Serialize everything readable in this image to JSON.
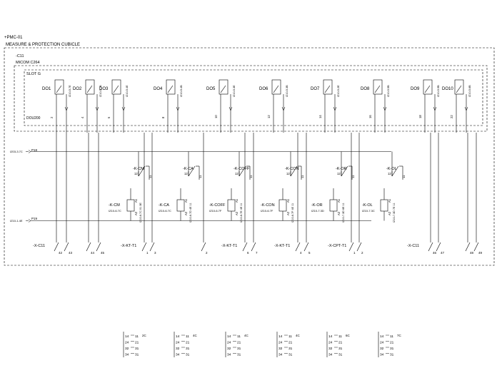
{
  "header": {
    "location": "+PMC-01",
    "cubicle": "MEASURE & PROTECTION CUBICLE",
    "relay_tag": "-C11",
    "relay_model": "MICOM C264",
    "slot": "SLOT G",
    "board": "DOU200"
  },
  "outputs": [
    {
      "label": "DO1",
      "terminal": "2",
      "wire": "IZ10-5.7E"
    },
    {
      "label": "DO2",
      "terminal": "4",
      "wire": "IZ10-5.7B"
    },
    {
      "label": "DO3",
      "terminal": "6",
      "wire": "IZ10-5.4E"
    },
    {
      "label": "DO4",
      "terminal": "8",
      "wire": "IZ10-5.4B"
    },
    {
      "label": "DO5",
      "terminal": "10",
      "wire": "IZ10-5.3E"
    },
    {
      "label": "DO6",
      "terminal": "12",
      "wire": "IZ10-5.3B"
    },
    {
      "label": "DO7",
      "terminal": "14",
      "wire": "IZ10-5.2E"
    },
    {
      "label": "DO8",
      "terminal": "16",
      "wire": "IZ10-5.5B"
    },
    {
      "label": "DO9",
      "terminal": "18",
      "wire": "IZ10-5.9B"
    },
    {
      "label": "DO10",
      "terminal": "22",
      "wire": "IZ10-5.6B"
    }
  ],
  "buses": {
    "positive": "P18",
    "positive_source": "IZ03-3.7C",
    "negative": "P19",
    "negative_source": "IZ10-1.4E"
  },
  "contacts": [
    {
      "tag": "-K-CM",
      "top": "12",
      "bottom": "11"
    },
    {
      "tag": "-K-CA",
      "top": "12",
      "bottom": "11"
    },
    {
      "tag": "-K-COFF",
      "top": "12",
      "bottom": "11"
    },
    {
      "tag": "-K-CON",
      "top": "12",
      "bottom": "11"
    },
    {
      "tag": "-K-OR",
      "top": "12",
      "bottom": "11"
    },
    {
      "tag": "-K-OL",
      "top": "12",
      "bottom": "11"
    }
  ],
  "coils": [
    {
      "tag": "-K-CM",
      "ref": "IZ10-6.7C",
      "a1": "A1",
      "a2": "A2",
      "wire": "IZ10-6.7C 01 3E"
    },
    {
      "tag": "-K-CA",
      "ref": "IZ10-6.7C",
      "a1": "A1",
      "a2": "A2",
      "wire": "IZ10-6.7D 4E 11"
    },
    {
      "tag": "-K-COFF",
      "ref": "IZ10-6.7F",
      "a1": "A1",
      "a2": "A2",
      "wire": "IZ10-6.7E 4E 11"
    },
    {
      "tag": "-K-CON",
      "ref": "IZ10-6.7F",
      "a1": "A1",
      "a2": "A2",
      "wire": "IZ10-6.7F 4E 11"
    },
    {
      "tag": "-K-OR",
      "ref": "IZ10-7.3D",
      "a1": "A1",
      "a2": "A2",
      "wire": "IZ10-7.3D 6E 11"
    },
    {
      "tag": "-K-OL",
      "ref": "IZ10-7.3C",
      "a1": "A1",
      "a2": "A2",
      "wire": "IZ10-7.3D 7E 11"
    }
  ],
  "terminal_groups": [
    {
      "tag": "-X-C11",
      "terminals": [
        "42",
        "43"
      ]
    },
    {
      "tag": "",
      "terminals": [
        "44",
        "45"
      ]
    },
    {
      "tag": "-X-KT-T1",
      "terminals": [
        "1",
        "3"
      ]
    },
    {
      "tag": "",
      "terminals": [
        "2"
      ]
    },
    {
      "tag": "-X-KT-T1",
      "terminals": [
        "6",
        "7"
      ]
    },
    {
      "tag": "-X-KT-T1",
      "terminals": [
        "4",
        "5"
      ]
    },
    {
      "tag": "-X-CPT-T1",
      "terminals": [
        "1",
        "2"
      ]
    },
    {
      "tag": "-X-C11",
      "terminals": [
        "46",
        "47"
      ]
    },
    {
      "tag": "",
      "terminals": [
        "48",
        "49"
      ]
    }
  ],
  "contact_ref_tables": [
    {
      "mark": "2C",
      "rows": [
        [
          "14",
          "11"
        ],
        [
          "24",
          "21"
        ],
        [
          "32",
          "31"
        ],
        [
          "34",
          "31"
        ]
      ]
    },
    {
      "mark": "4C",
      "rows": [
        [
          "14",
          "11"
        ],
        [
          "24",
          "21"
        ],
        [
          "32",
          "31"
        ],
        [
          "34",
          "31"
        ]
      ]
    },
    {
      "mark": "4C",
      "rows": [
        [
          "14",
          "11"
        ],
        [
          "24",
          "21"
        ],
        [
          "32",
          "31"
        ],
        [
          "34",
          "31"
        ]
      ]
    },
    {
      "mark": "4C",
      "rows": [
        [
          "14",
          "11"
        ],
        [
          "24",
          "21"
        ],
        [
          "32",
          "31"
        ],
        [
          "34",
          "31"
        ]
      ]
    },
    {
      "mark": "6C",
      "rows": [
        [
          "14",
          "11"
        ],
        [
          "24",
          "21"
        ],
        [
          "32",
          "31"
        ],
        [
          "34",
          "31"
        ]
      ]
    },
    {
      "mark": "7C",
      "rows": [
        [
          "14",
          "11"
        ],
        [
          "24",
          "21"
        ],
        [
          "32",
          "31"
        ],
        [
          "34",
          "31"
        ]
      ]
    }
  ]
}
